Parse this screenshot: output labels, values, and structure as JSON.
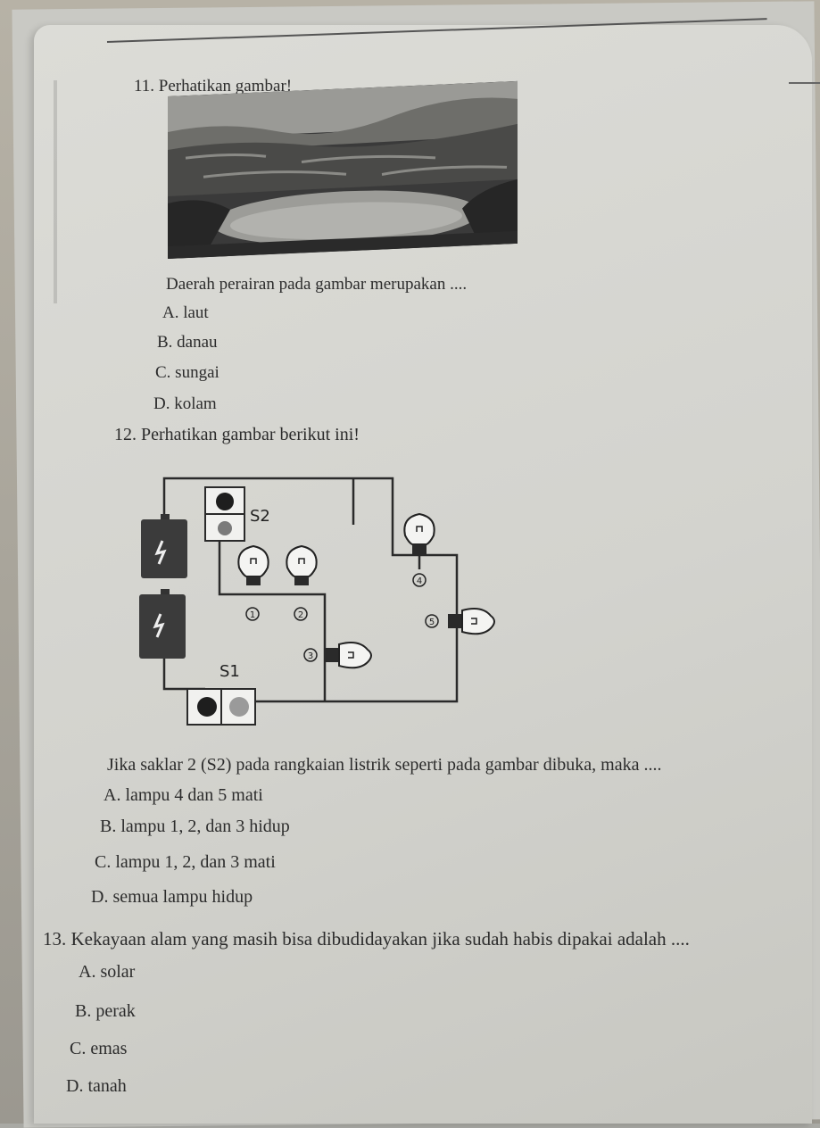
{
  "q11": {
    "title": "11.  Perhatikan gambar!",
    "question": "Daerah perairan pada gambar merupakan ....",
    "options": [
      "A. laut",
      "B. danau",
      "C. sungai",
      "D. kolam"
    ]
  },
  "q12": {
    "title": "12.  Perhatikan gambar berikut ini!",
    "circuit": {
      "switch_s2": "S2",
      "switch_s1": "S1",
      "lamp_labels": [
        "1",
        "2",
        "3",
        "4",
        "5"
      ]
    },
    "question": "Jika saklar 2 (S2) pada rangkaian listrik seperti pada gambar dibuka, maka ....",
    "options": [
      "A. lampu 4 dan 5 mati",
      "B. lampu 1, 2, dan 3 hidup",
      "C. lampu 1, 2, dan 3 mati",
      "D. semua lampu hidup"
    ]
  },
  "q13": {
    "question": "13.  Kekayaan alam yang masih bisa dibudidayakan jika sudah habis dipakai adalah ....",
    "options": [
      "A. solar",
      "B. perak",
      "C. emas",
      "D. tanah"
    ]
  }
}
